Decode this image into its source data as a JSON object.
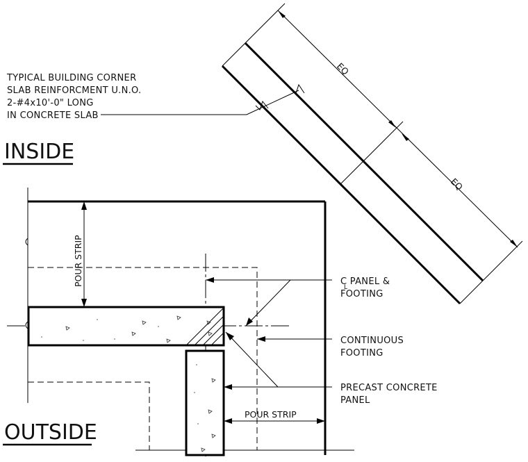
{
  "labels": {
    "corner_note": [
      "TYPICAL BUILDING CORNER",
      "SLAB REINFORCMENT U.N.O.",
      "2-#4x10'-0\" LONG",
      "IN CONCRETE SLAB"
    ],
    "inside": "INSIDE",
    "outside": "OUTSIDE",
    "eq_upper": "EQ",
    "eq_lower": "EQ",
    "pour_strip_vertical": "POUR STRIP",
    "pour_strip_horizontal": "POUR STRIP",
    "centerline_panel": [
      "C PANEL &",
      "FOOTING"
    ],
    "centerline_symbol_sub": "L",
    "continuous_footing": [
      "CONTINUOUS",
      "FOOTING"
    ],
    "precast_panel": [
      "PRECAST CONCRETE",
      "PANEL"
    ]
  }
}
